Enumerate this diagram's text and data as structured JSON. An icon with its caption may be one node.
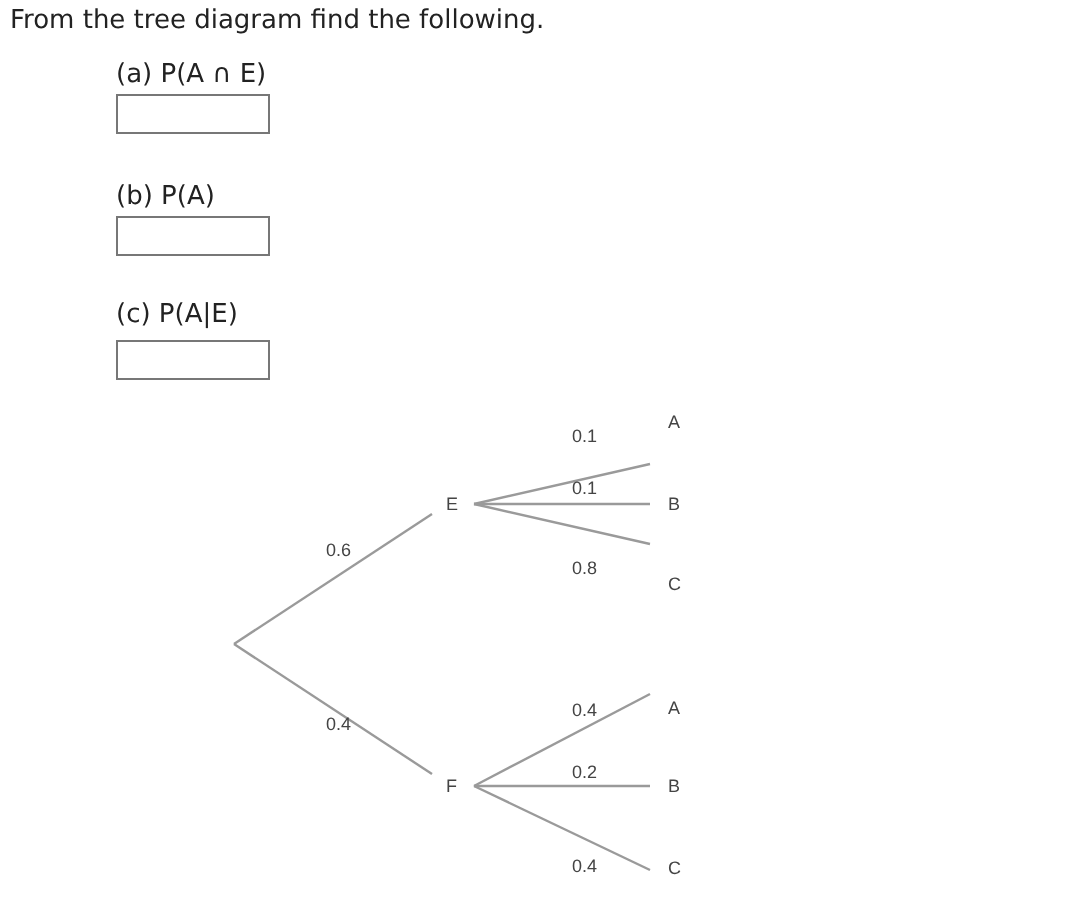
{
  "diagram": {
    "nodes": [
      {
        "text": [
          "E"
        ]
      },
      {
        "text": [
          "A"
        ]
      },
      {
        "text": [
          "B"
        ]
      },
      {
        "text": [
          "C"
        ]
      },
      {
        "text": [
          "F"
        ]
      },
      {
        "text": [
          "A"
        ]
      },
      {
        "text": [
          "B"
        ]
      },
      {
        "text": [
          "C"
        ]
      }
    ],
    "edges": [
      {
        "from": null,
        "to": 0,
        "arrow": "none",
        "label": "0.6"
      },
      {
        "from": null,
        "to": 4,
        "arrow": "none",
        "label": "0.4"
      },
      {
        "from": 0,
        "to": 1,
        "arrow": "none",
        "label": "0.1"
      },
      {
        "from": 0,
        "to": 2,
        "arrow": "none",
        "label": "0.1"
      },
      {
        "from": 0,
        "to": 3,
        "arrow": "none",
        "label": "0.8"
      },
      {
        "from": 4,
        "to": 5,
        "arrow": "none",
        "label": "0.4"
      },
      {
        "from": 4,
        "to": 6,
        "arrow": "none",
        "label": "0.2"
      },
      {
        "from": 4,
        "to": 7,
        "arrow": "none",
        "label": "0.4"
      }
    ],
    "labels": [
      "From the tree diagram find the following.",
      "(a) P(A ∩ E)",
      "(b) P(A)",
      "(c) P(A|E)"
    ]
  }
}
